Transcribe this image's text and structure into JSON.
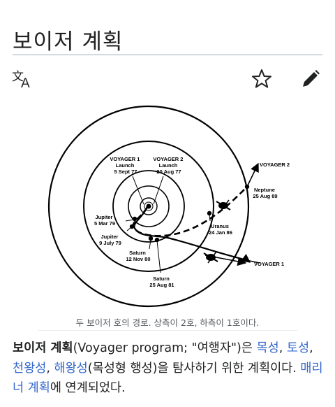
{
  "page": {
    "title": "보이저 계획"
  },
  "toolbar": {
    "language_icon": "translate-icon",
    "watch_icon": "star-icon",
    "edit_icon": "pencil-icon"
  },
  "figure": {
    "caption": "두 보이저 호의 경로. 상측이 2호, 하측이 1호이다.",
    "labels": {
      "v1_launch": [
        "VOYAGER 1",
        "Launch",
        "5 Sept 77"
      ],
      "v2_launch": [
        "VOYAGER 2",
        "Launch",
        "20 Aug 77"
      ],
      "jupiter_v1": [
        "Jupiter",
        "5 Mar 79"
      ],
      "jupiter_v2": [
        "Jupiter",
        "9 July 79"
      ],
      "saturn_v1": [
        "Saturn",
        "12 Nov 80"
      ],
      "saturn_v2": [
        "Saturn",
        "25 Aug 81"
      ],
      "uranus": [
        "Uranus",
        "24 Jan 86"
      ],
      "neptune": [
        "Neptune",
        "25 Aug 89"
      ],
      "voyager2": "VOYAGER 2",
      "voyager1": "VOYAGER 1"
    }
  },
  "paragraph": {
    "bold_title": "보이저 계획",
    "t1": "(Voyager program; \"여행자\")은 ",
    "link_mokseong": "목성",
    "sep1": ", ",
    "link_toseong": "토성",
    "sep2": ", ",
    "link_cheonwangseong": "천왕성",
    "sep3": ", ",
    "link_haewangseong": "해왕성",
    "t2": "(목성형 행성)을 탐사하기 위한 계획이다. ",
    "link_mariner": "매리너 계획",
    "t3": "에 연계되었다."
  },
  "colors": {
    "link": "#3366cc",
    "text": "#202122",
    "rule": "#a2a9b1"
  }
}
